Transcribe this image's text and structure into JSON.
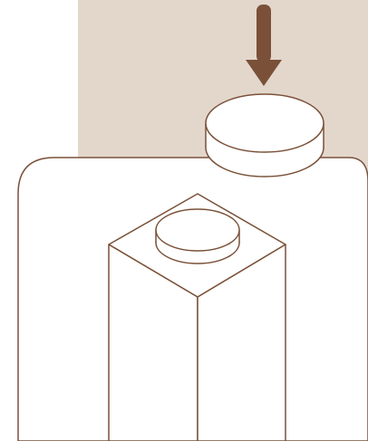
{
  "diagram": {
    "palette": {
      "background": "#ffffff",
      "panel_fill": "#e3d7cc",
      "line": "#7a5038",
      "arrow": "#7a5038",
      "shape_fill": "#ffffff"
    },
    "elements": [
      "down-arrow-icon",
      "lid",
      "rounded-container",
      "box",
      "box-cap"
    ]
  }
}
